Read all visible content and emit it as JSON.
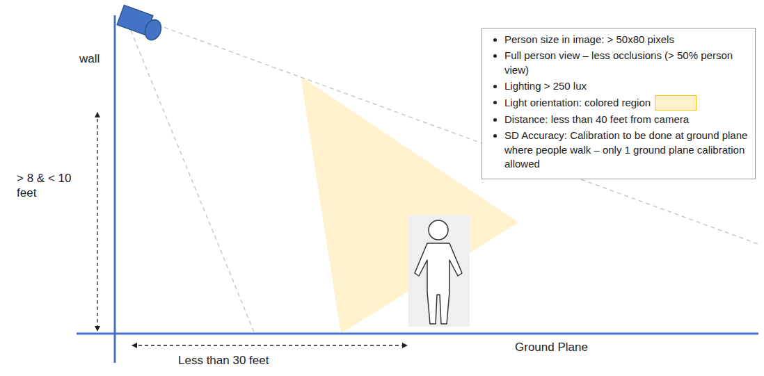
{
  "diagram": {
    "nodes": [
      {
        "text": [
          "Person size in image: > 50x80 pixels",
          "Full person view – less occlusions (> 50% person view)",
          "Lighting > 250 lux",
          "Distance: less than 40 feet from camera",
          "SD Accuracy: Calibration to be done at ground plane where people walk – only 1 ground plane calibration allowed"
        ]
      }
    ],
    "labels": [
      "wall",
      "> 8 & < 10 feet",
      "Less than 30 feet",
      "Ground Plane"
    ],
    "legend": [
      {
        "text": "Light orientation: colored region",
        "color": "#fff2cc"
      }
    ]
  }
}
